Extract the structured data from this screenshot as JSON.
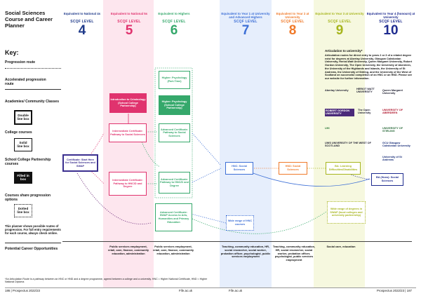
{
  "title": "Social Sciences Course and Career Planner",
  "key": {
    "heading": "Key:",
    "progression_route": "Progression route",
    "accelerated_route": "Accelerated progression route",
    "academies_heading": "Academies/ Community Classes",
    "double_box": "Double line box",
    "college_heading": "College courses",
    "solid_box": "Solid line box",
    "partnership_heading": "School College Partnership courses",
    "filled_box": "Filled in box",
    "share_heading": "Courses share progression options",
    "dotted_box": "Dotted line box",
    "planner_note": "This planner shows possible routes of progression. For full entry requirements for each course, always check online.",
    "careers_heading": "Potential Career Opportunities"
  },
  "columns": [
    {
      "head": "Equivalent to National 4s",
      "level": "SCQF LEVEL",
      "num": "4"
    },
    {
      "head": "Equivalent to National 5s",
      "level": "SCQF LEVEL",
      "num": "5"
    },
    {
      "head": "Equivalent to Highers",
      "level": "SCQF LEVEL",
      "num": "6"
    },
    {
      "head": "Equivalent to Year 1 at University and Advanced Highers",
      "level": "SCQF LEVEL",
      "num": "7"
    },
    {
      "head": "Equivalent to Year 2 at University",
      "level": "SCQF LEVEL",
      "num": "8"
    },
    {
      "head": "Equivalent to Year 3 at University",
      "level": "SCQF LEVEL",
      "num": "9"
    },
    {
      "head": "Equivalent to Year 4 (honours) at University",
      "level": "SCQF LEVEL",
      "num": "10"
    }
  ],
  "courses": {
    "cert_start": "Certificate: Start Here for Social Sciences and SWAP",
    "intro_crim": "Introduction to Criminology (School College Partnership)",
    "int_cert_social": "Intermediate Certificate: Pathway to Social Sciences",
    "int_cert_hnc": "Intermediate Certificate: Pathway to HNC/D and Degree",
    "higher_psych_pt": "Higher: Psychology (Part-Time)",
    "higher_psych_scp": "Higher: Psychology (School College Partnership)",
    "adv_cert_social": "Advanced Certificate: Pathway to Social Sciences",
    "adv_cert_hnc": "Advanced Certificate: Pathway to HNC/D and Degree",
    "adv_cert_swap": "Advanced Certificate: SWAP Access to Arts, Humanities and Primary Education",
    "hnc_social": "HNC: Social Sciences",
    "hnd_social": "HND: Social Sciences",
    "wide_hnc": "Wide range of HNC courses",
    "ba_learning": "BA: Learning Difficulties/Disabilities",
    "ba_hons": "BA (Hons): Social Sciences",
    "wide_degree": "Wide range of degrees in SWAP (local colleges and university partnership)"
  },
  "articulation": {
    "heading": "Articulation to university*",
    "body": "Articulation routes for direct entry to years 2 or 3 of a related degree exist for degrees at Abertay University, Glasgow Caledonian University, Heriot-Watt University, Queen Margaret University, Robert Gordon University, The Open University, the University of Aberdeen, the University of the Highlands and Islands, the University of St Andrews, the University of Stirling, and the University of the West of Scotland on successful completion of an HNC or an HND. Please see our website for further information."
  },
  "logos": {
    "abertay": "Abertay University",
    "heriot": "HERIOT WATT UNIVERSITY",
    "qmu": "Queen Margaret University",
    "rgu": "ROBERT GORDON UNIVERSITY",
    "open": "The Open University",
    "aberdeen": "UNIVERSITY OF ABERDEEN",
    "uhi": "UHI",
    "stirling": "UNIVERSITY OF STIRLING",
    "uws": "UWS UNIVERSITY OF THE WEST OF SCOTLAND",
    "gcu": "GCU Glasgow Caledonian University",
    "standrews": "University of St Andrews"
  },
  "careers": [
    "Public services employment, retail, care, finance, community education, administration",
    "Public services employment, retail, care, finance, community education, administration",
    "Teaching, community education, HR, social researcher, social worker, probation officer, psychologist, public services employment",
    "Teaching, community education, HR, social researcher, social worker, probation officer, psychologist, public services employment",
    "Social care, education"
  ],
  "footnote": "*An Articulation Route is a pathway between an HNC or HND and a degree programme, agreed between a college and a university. HNC = Higher National Certificate, HND = Higher National Diploma",
  "footer": {
    "left_page": "186",
    "left_label": "Prospectus 2022/23",
    "site1": "Fife.ac.uk",
    "site2": "Fife.ac.uk",
    "right_label": "Prospectus 2022/23",
    "right_page": "187"
  },
  "colors": {
    "lvl4": "#1f3a8a",
    "lvl5": "#e0336e",
    "lvl6": "#35a86b",
    "lvl7": "#3d6fd6",
    "lvl8": "#f07a2a",
    "lvl9": "#a7b51d",
    "lvl10": "#1e2b8f"
  }
}
